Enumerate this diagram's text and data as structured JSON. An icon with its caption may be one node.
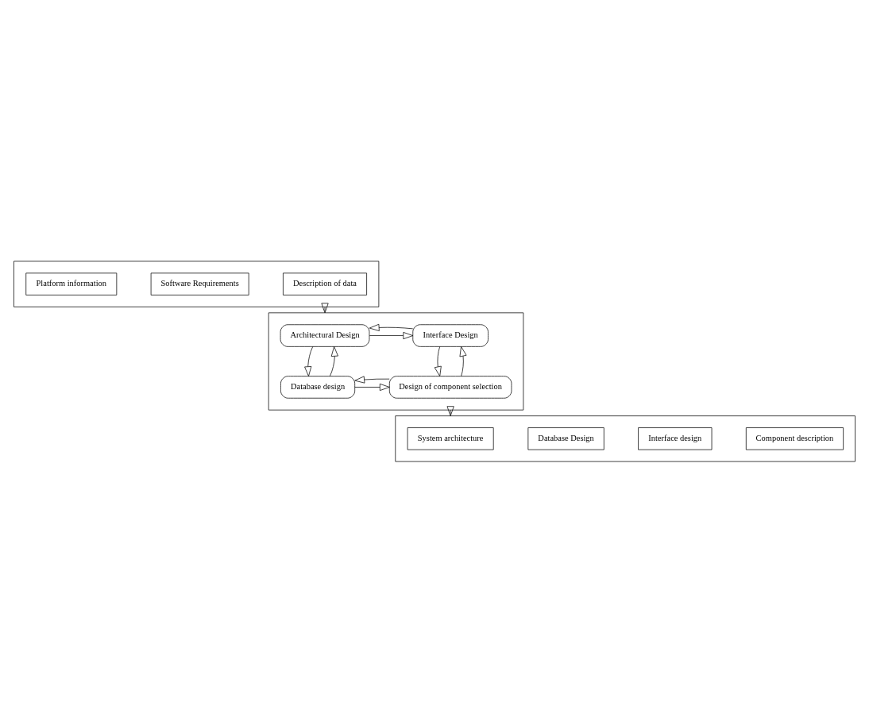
{
  "diagram": {
    "nodes": [
      {
        "text": [],
        "shape": "box"
      },
      {
        "text": [
          "Platform information"
        ],
        "in": 0
      },
      {
        "text": [
          "Software Requirements"
        ],
        "in": 0
      },
      {
        "text": [
          "Description of data"
        ],
        "in": 0
      },
      {
        "text": [],
        "shape": "box"
      },
      {
        "text": [
          "Architectural Design"
        ],
        "in": 4
      },
      {
        "text": [
          "Interface Design"
        ],
        "in": 4
      },
      {
        "text": [
          "Database design"
        ],
        "in": 4
      },
      {
        "text": [
          "Design of component selection"
        ],
        "in": 4
      },
      {
        "text": [],
        "shape": "box"
      },
      {
        "text": [
          "System architecture"
        ],
        "in": 9
      },
      {
        "text": [
          "Database Design"
        ],
        "in": 9
      },
      {
        "text": [
          "Interface design"
        ],
        "in": 9
      },
      {
        "text": [
          "Component description"
        ],
        "in": 9
      }
    ],
    "edges": [
      {
        "from": 0,
        "to": 4,
        "arrow": "to"
      },
      {
        "from": 5,
        "to": 6,
        "arrow": "to"
      },
      {
        "from": 6,
        "to": 5,
        "arrow": "to"
      },
      {
        "from": 5,
        "to": 7,
        "arrow": "to"
      },
      {
        "from": 7,
        "to": 5,
        "arrow": "to"
      },
      {
        "from": 6,
        "to": 8,
        "arrow": "to"
      },
      {
        "from": 8,
        "to": 6,
        "arrow": "to"
      },
      {
        "from": 7,
        "to": 8,
        "arrow": "to"
      },
      {
        "from": 8,
        "to": 7,
        "arrow": "to"
      },
      {
        "from": 4,
        "to": 9,
        "arrow": "to"
      }
    ]
  }
}
